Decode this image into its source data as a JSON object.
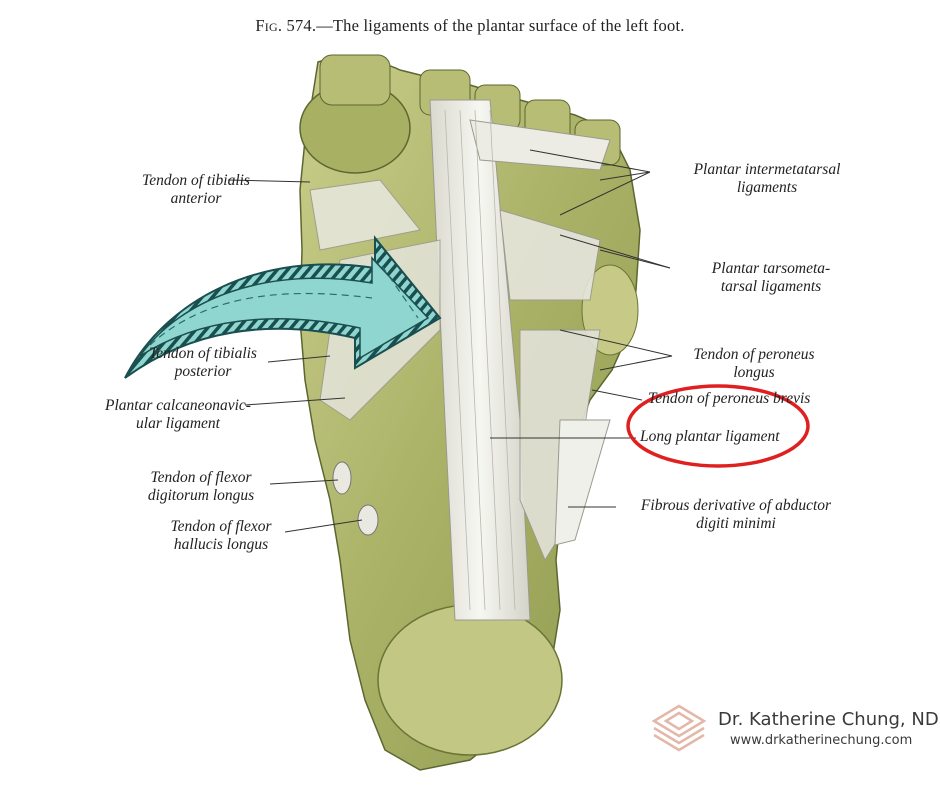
{
  "figure": {
    "number": "Fig. 574.",
    "title": "—The ligaments of the plantar surface of the left foot."
  },
  "labels": {
    "tibialis_anterior": "Tendon of tibialis\nanterior",
    "tibialis_posterior": "Tendon of tibialis\nposterior",
    "calcaneonavicular": "Plantar calcaneonavic-\nular ligament",
    "flexor_digitorum": "Tendon of flexor\ndigitorum longus",
    "flexor_hallucis": "Tendon of flexor\nhallucis longus",
    "intermetatarsal": "Plantar intermetatarsal\nligaments",
    "tarsometatarsal": "Plantar tarsometa-\ntarsal ligaments",
    "peroneus_longus": "Tendon of peroneus\nlongus",
    "peroneus_brevis": "Tendon of peroneus brevis",
    "long_plantar": "Long plantar ligament",
    "abductor": "Fibrous derivative of abductor\ndigiti minimi"
  },
  "branding": {
    "name": "Dr. Katherine Chung, ND",
    "url": "www.drkatherinechung.com"
  },
  "colors": {
    "bone": "#b9bf7a",
    "bone_dark": "#7f8a45",
    "ligament": "#eeeee8",
    "arrow_fill": "#8fd6d0",
    "arrow_stroke": "#1b4f4f",
    "highlight_circle": "#e02020",
    "logo": "#e3b8a8"
  },
  "icons": {
    "arrow": "curved-arrow-icon",
    "circle": "highlight-circle-icon",
    "logo": "layered-diamond-logo-icon"
  }
}
